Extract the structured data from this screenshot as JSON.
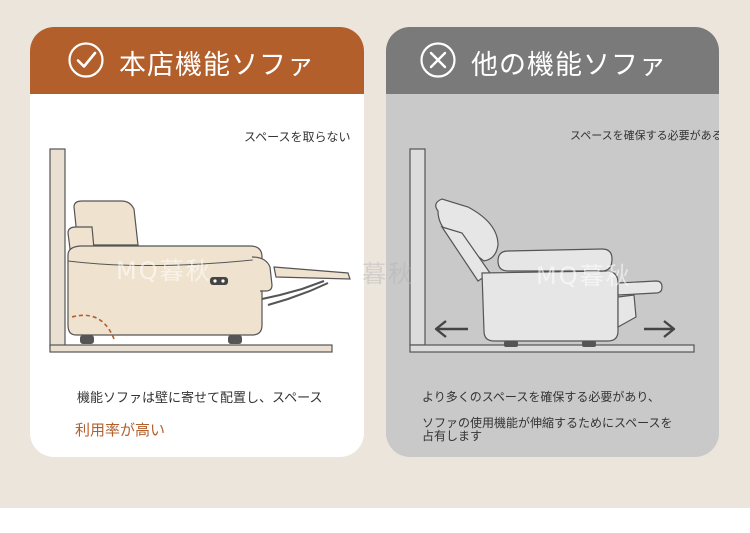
{
  "left_card": {
    "title": "本店機能ソファ",
    "icon": "check-circle-icon",
    "note": "スペースを取らない",
    "caption_line1": "機能ソファは壁に寄せて配置し、スペース",
    "caption_line2": "利用率が高い",
    "header_color": "#b35f2c"
  },
  "right_card": {
    "title": "他の機能ソファ",
    "icon": "cross-circle-icon",
    "note": "スペースを確保する必要がある",
    "caption_line1": "より多くのスペースを確保する必要があり、",
    "caption_line2": "ソファの使用機能が伸縮するためにスペースを",
    "caption_line3": "占有します",
    "header_color": "#7a7a7a"
  },
  "watermark": {
    "text_left": "MQ暮秋",
    "text_mid": "暮秋",
    "text_right": "MQ暮秋"
  }
}
